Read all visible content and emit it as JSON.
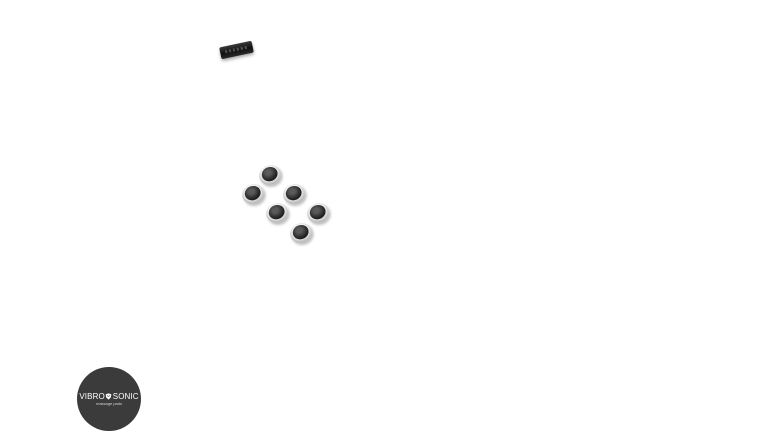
{
  "logo": {
    "text_left": "VIBRO",
    "text_right": "SONIC",
    "tagline": "massage pads"
  },
  "products": {
    "clip": {
      "icon": "battery-clip-icon"
    },
    "pods": {
      "count": 6,
      "icon": "massage-pod-icon"
    }
  },
  "colors": {
    "background": "#ffffff",
    "logo_bg": "#3b3b3b",
    "logo_text": "#ffffff"
  }
}
